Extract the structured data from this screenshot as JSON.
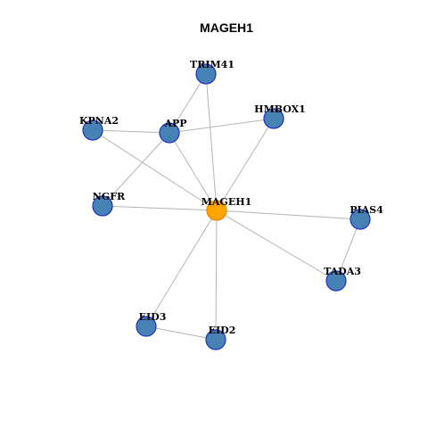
{
  "title": "MAGEH1",
  "colors": {
    "center_fill": "#FFA500",
    "center_stroke": "#E08A00",
    "node_fill": "#4682B4",
    "node_stroke": "#2030C0",
    "edge": "#B4B4B4",
    "label": "#000000"
  },
  "nodes": [
    {
      "id": "MAGEH1",
      "label": "MAGEH1",
      "role": "center"
    },
    {
      "id": "TRIM41",
      "label": "TRIM41",
      "role": "neighbor"
    },
    {
      "id": "HMBOX1",
      "label": "HMBOX1",
      "role": "neighbor"
    },
    {
      "id": "KPNA2",
      "label": "KPNA2",
      "role": "neighbor"
    },
    {
      "id": "APP",
      "label": "APP",
      "role": "neighbor"
    },
    {
      "id": "NGFR",
      "label": "NGFR",
      "role": "neighbor"
    },
    {
      "id": "PIAS4",
      "label": "PIAS4",
      "role": "neighbor"
    },
    {
      "id": "TADA3",
      "label": "TADA3",
      "role": "neighbor"
    },
    {
      "id": "EID3",
      "label": "EID3",
      "role": "neighbor"
    },
    {
      "id": "EID2",
      "label": "EID2",
      "role": "neighbor"
    }
  ],
  "edges": [
    [
      "MAGEH1",
      "TRIM41"
    ],
    [
      "MAGEH1",
      "HMBOX1"
    ],
    [
      "MAGEH1",
      "APP"
    ],
    [
      "MAGEH1",
      "NGFR"
    ],
    [
      "MAGEH1",
      "PIAS4"
    ],
    [
      "MAGEH1",
      "TADA3"
    ],
    [
      "MAGEH1",
      "EID3"
    ],
    [
      "MAGEH1",
      "EID2"
    ],
    [
      "APP",
      "TRIM41"
    ],
    [
      "APP",
      "HMBOX1"
    ],
    [
      "APP",
      "KPNA2"
    ],
    [
      "APP",
      "NGFR"
    ],
    [
      "KPNA2",
      "MAGEH1"
    ],
    [
      "PIAS4",
      "TADA3"
    ],
    [
      "EID3",
      "EID2"
    ]
  ]
}
